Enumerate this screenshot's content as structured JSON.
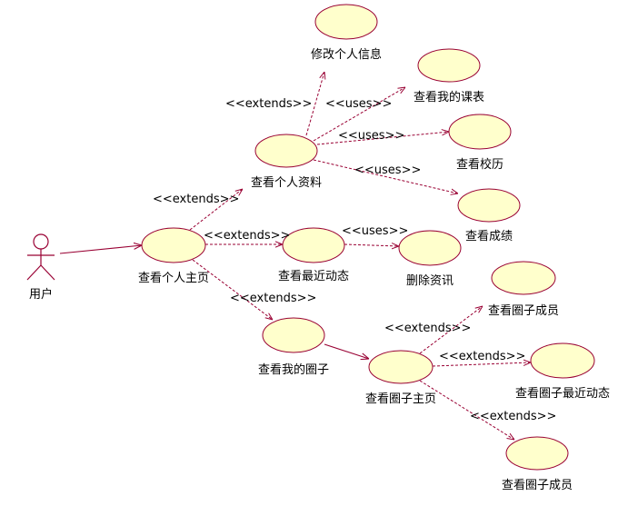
{
  "actor": {
    "label": "用户"
  },
  "use_cases": {
    "modify_info": "修改个人信息",
    "my_schedule": "查看我的课表",
    "school_history": "查看校历",
    "view_profile": "查看个人资料",
    "grades": "查看成绩",
    "home": "查看个人主页",
    "recent_activity": "查看最近动态",
    "delete_info": "删除资讯",
    "circle_members_top": "查看圈子成员",
    "my_circles": "查看我的圈子",
    "circle_home": "查看圈子主页",
    "circle_recent": "查看圈子最近动态",
    "circle_members_bottom": "查看圈子成员"
  },
  "stereotypes": {
    "extends": "<<extends>>",
    "uses": "<<uses>>"
  }
}
